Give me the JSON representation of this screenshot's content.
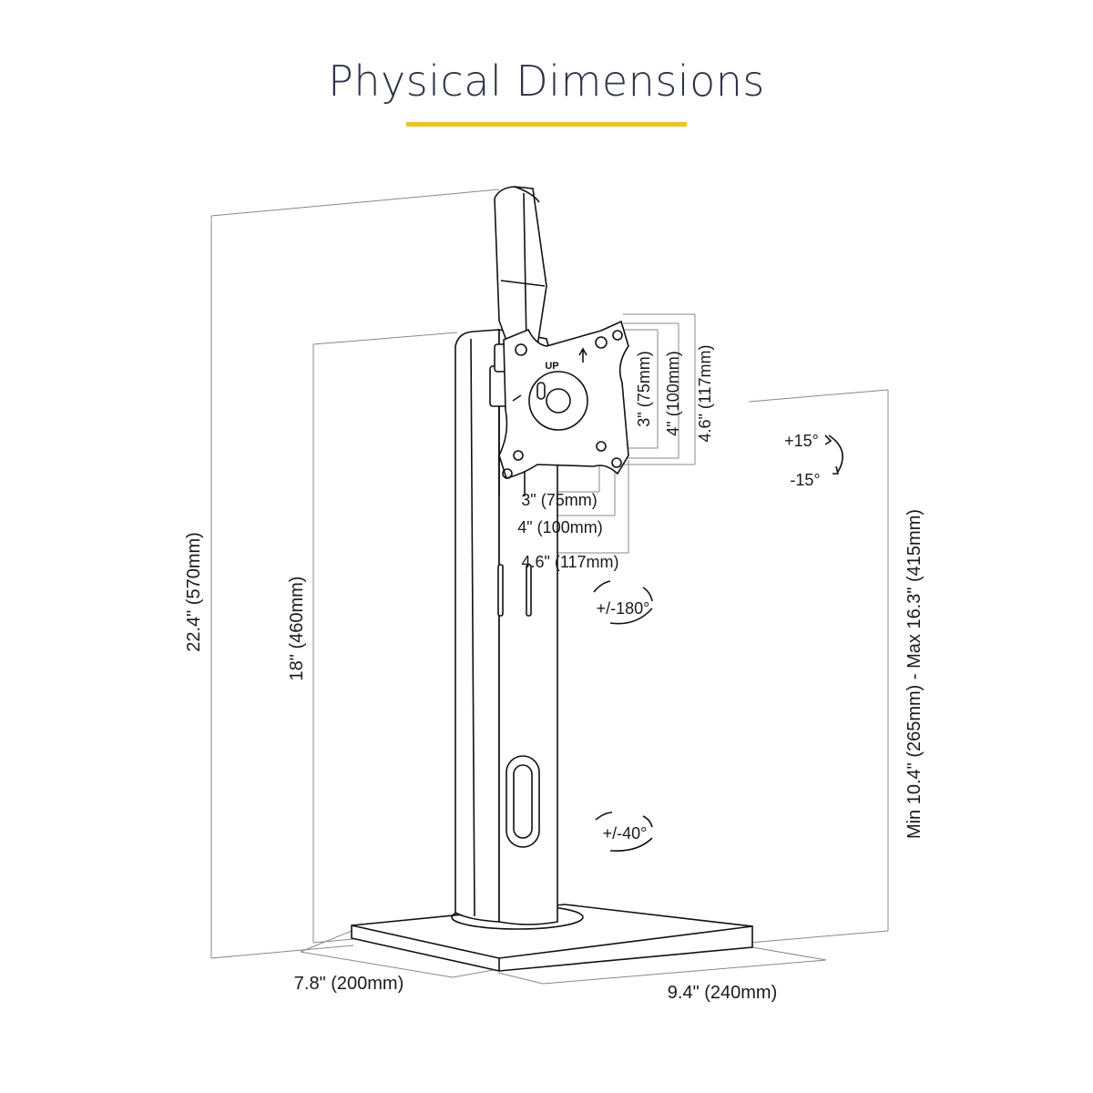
{
  "title": "Physical Dimensions",
  "accent_color": "#f2c12e",
  "title_color": "#2c3347",
  "vesa_label": "UP",
  "dimensions": {
    "total_height": "22.4\" (570mm)",
    "pole_height": "18\" (460mm)",
    "height_range": "Min 10.4\" (265mm) - Max 16.3\" (415mm)",
    "base_depth": "7.8\" (200mm)",
    "base_width": "9.4\" (240mm)",
    "vesa_v_75": "3\" (75mm)",
    "vesa_v_100": "4\" (100mm)",
    "vesa_v_117": "4.6\" (117mm)",
    "vesa_h_75": "3\" (75mm)",
    "vesa_h_100": "4\" (100mm)",
    "vesa_h_117": "4.6\" (117mm)"
  },
  "rotations": {
    "tilt_up": "+15°",
    "tilt_down": "-15°",
    "rotate": "+/-180°",
    "swivel": "+/-40°"
  }
}
